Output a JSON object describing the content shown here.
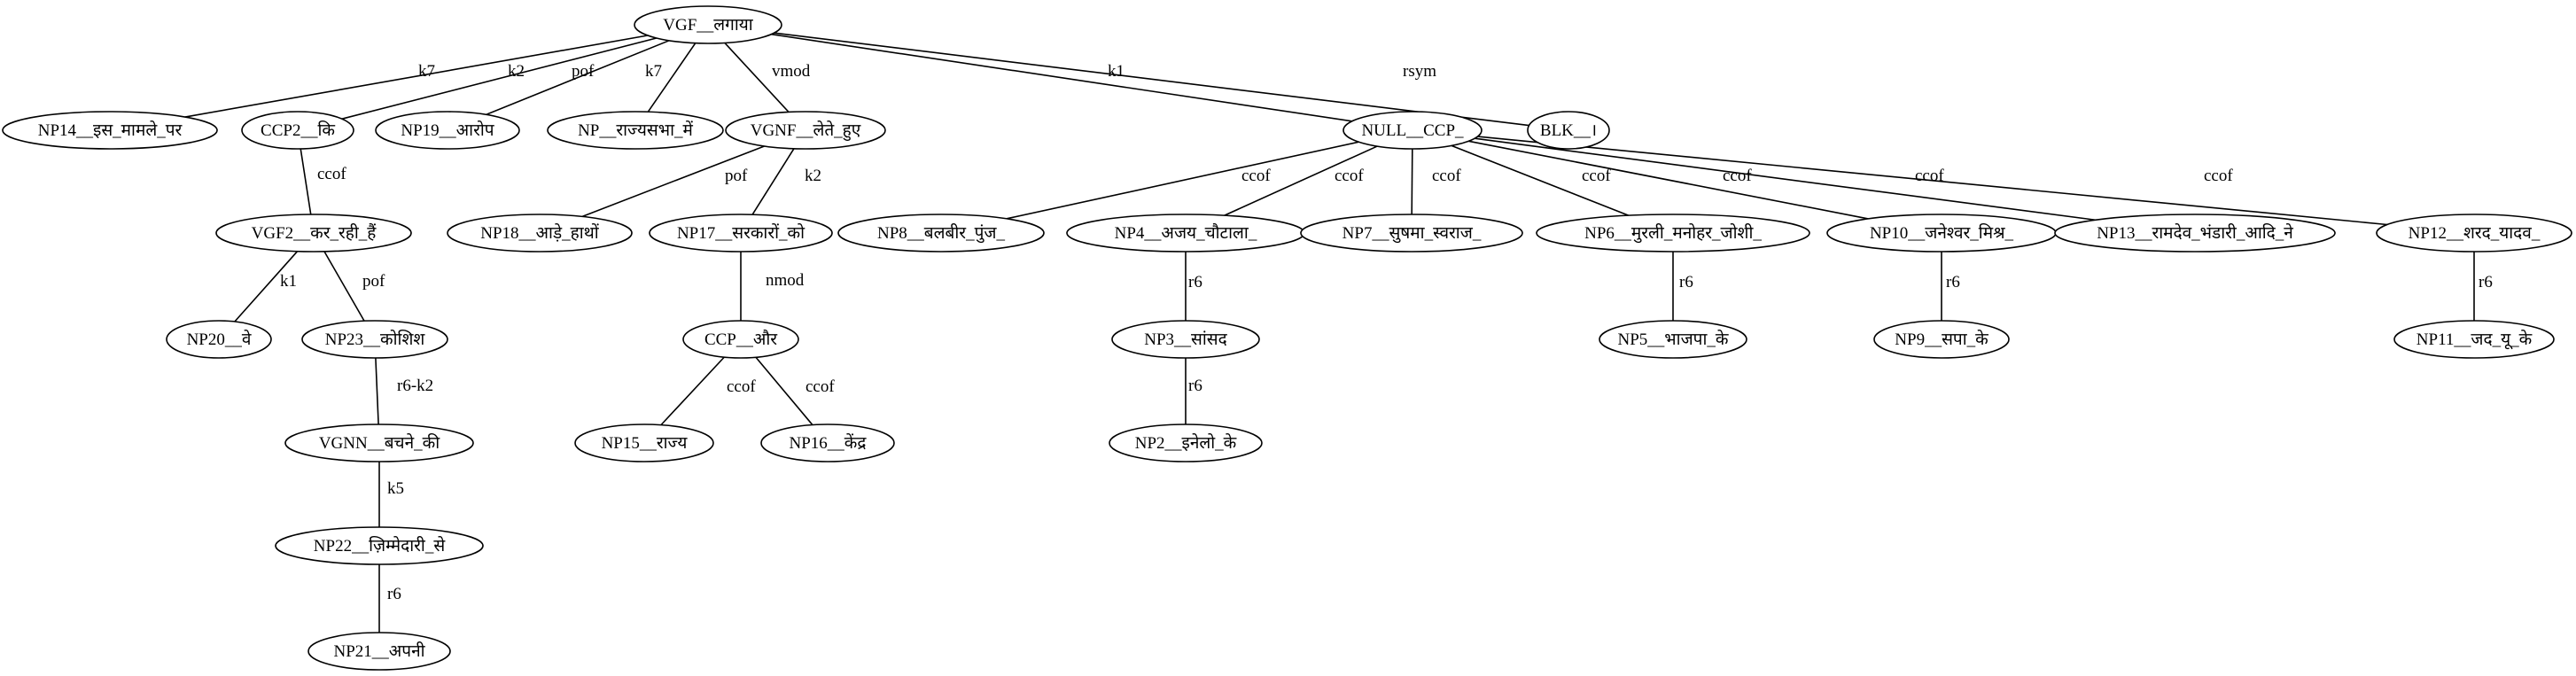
{
  "nodes": [
    {
      "id": "n_root",
      "label": "VGF__लगाया"
    },
    {
      "id": "n_np14",
      "label": "NP14__इस_मामले_पर"
    },
    {
      "id": "n_ccp2",
      "label": "CCP2__कि"
    },
    {
      "id": "n_np19",
      "label": "NP19__आरोप"
    },
    {
      "id": "n_np",
      "label": "NP__राज्यसभा_में"
    },
    {
      "id": "n_vgnf",
      "label": "VGNF__लेते_हुए"
    },
    {
      "id": "n_null",
      "label": "NULL__CCP_"
    },
    {
      "id": "n_blk",
      "label": "BLK__।"
    },
    {
      "id": "n_vgf2",
      "label": "VGF2__कर_रही_हैं"
    },
    {
      "id": "n_np20",
      "label": "NP20__वे"
    },
    {
      "id": "n_np23",
      "label": "NP23__कोशिश"
    },
    {
      "id": "n_vgnn",
      "label": "VGNN__बचने_की"
    },
    {
      "id": "n_np22",
      "label": "NP22__ज़िम्मेदारी_से"
    },
    {
      "id": "n_np21",
      "label": "NP21__अपनी"
    },
    {
      "id": "n_np18",
      "label": "NP18__आड़े_हाथों"
    },
    {
      "id": "n_np17",
      "label": "NP17__सरकारों_को"
    },
    {
      "id": "n_ccp",
      "label": "CCP__और"
    },
    {
      "id": "n_np15",
      "label": "NP15__राज्य"
    },
    {
      "id": "n_np16",
      "label": "NP16__केंद्र"
    },
    {
      "id": "n_np8",
      "label": "NP8__बलबीर_पुंज_"
    },
    {
      "id": "n_np4",
      "label": "NP4__अजय_चौटाला_"
    },
    {
      "id": "n_np3",
      "label": "NP3__सांसद"
    },
    {
      "id": "n_np2",
      "label": "NP2__इनेलो_के"
    },
    {
      "id": "n_np7",
      "label": "NP7__सुषमा_स्वराज_"
    },
    {
      "id": "n_np6",
      "label": "NP6__मुरली_मनोहर_जोशी_"
    },
    {
      "id": "n_np5",
      "label": "NP5__भाजपा_के"
    },
    {
      "id": "n_np10",
      "label": "NP10__जनेश्वर_मिश्र_"
    },
    {
      "id": "n_np9",
      "label": "NP9__सपा_के"
    },
    {
      "id": "n_np13",
      "label": "NP13__रामदेव_भंडारी_आदि_ने"
    },
    {
      "id": "n_np12",
      "label": "NP12__शरद_यादव_"
    },
    {
      "id": "n_np11",
      "label": "NP11__जद_यू_के"
    }
  ],
  "edges": [
    {
      "from": "n_root",
      "to": "n_np14",
      "label": "k7"
    },
    {
      "from": "n_root",
      "to": "n_ccp2",
      "label": "k2"
    },
    {
      "from": "n_root",
      "to": "n_np19",
      "label": "pof"
    },
    {
      "from": "n_root",
      "to": "n_np",
      "label": "k7"
    },
    {
      "from": "n_root",
      "to": "n_vgnf",
      "label": "vmod"
    },
    {
      "from": "n_root",
      "to": "n_null",
      "label": "k1"
    },
    {
      "from": "n_root",
      "to": "n_blk",
      "label": "rsym"
    },
    {
      "from": "n_ccp2",
      "to": "n_vgf2",
      "label": "ccof"
    },
    {
      "from": "n_vgf2",
      "to": "n_np20",
      "label": "k1"
    },
    {
      "from": "n_vgf2",
      "to": "n_np23",
      "label": "pof"
    },
    {
      "from": "n_np23",
      "to": "n_vgnn",
      "label": "r6-k2"
    },
    {
      "from": "n_vgnn",
      "to": "n_np22",
      "label": "k5"
    },
    {
      "from": "n_np22",
      "to": "n_np21",
      "label": "r6"
    },
    {
      "from": "n_vgnf",
      "to": "n_np18",
      "label": "pof"
    },
    {
      "from": "n_vgnf",
      "to": "n_np17",
      "label": "k2"
    },
    {
      "from": "n_np17",
      "to": "n_ccp",
      "label": "nmod"
    },
    {
      "from": "n_ccp",
      "to": "n_np15",
      "label": "ccof"
    },
    {
      "from": "n_ccp",
      "to": "n_np16",
      "label": "ccof"
    },
    {
      "from": "n_null",
      "to": "n_np8",
      "label": "ccof"
    },
    {
      "from": "n_null",
      "to": "n_np4",
      "label": "ccof"
    },
    {
      "from": "n_null",
      "to": "n_np7",
      "label": "ccof"
    },
    {
      "from": "n_null",
      "to": "n_np6",
      "label": "ccof"
    },
    {
      "from": "n_null",
      "to": "n_np10",
      "label": "ccof"
    },
    {
      "from": "n_null",
      "to": "n_np13",
      "label": "ccof"
    },
    {
      "from": "n_null",
      "to": "n_np12",
      "label": "ccof"
    },
    {
      "from": "n_np4",
      "to": "n_np3",
      "label": "r6"
    },
    {
      "from": "n_np3",
      "to": "n_np2",
      "label": "r6"
    },
    {
      "from": "n_np6",
      "to": "n_np5",
      "label": "r6"
    },
    {
      "from": "n_np10",
      "to": "n_np9",
      "label": "r6"
    },
    {
      "from": "n_np12",
      "to": "n_np11",
      "label": "r6"
    }
  ]
}
